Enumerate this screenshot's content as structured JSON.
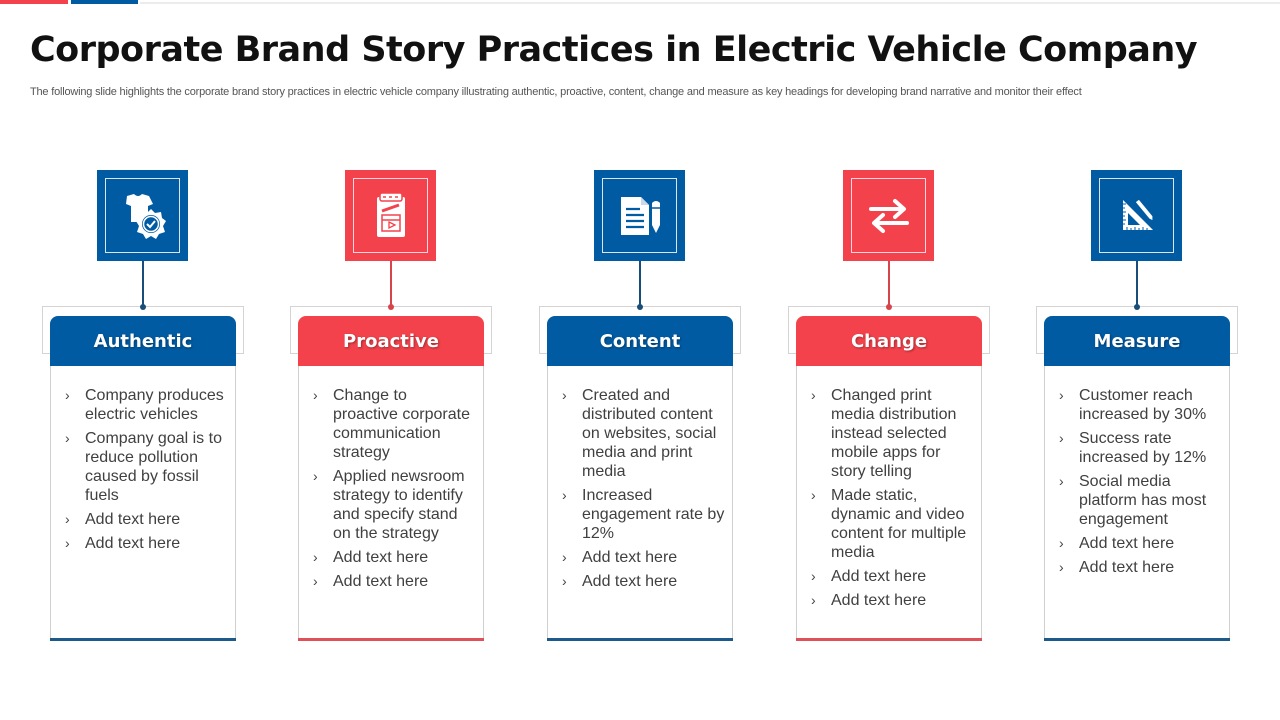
{
  "header": {
    "title": "Corporate Brand Story Practices in Electric Vehicle Company",
    "subtitle": "The following slide highlights the corporate brand story practices in electric vehicle company illustrating authentic, proactive, content, change and measure as key headings for developing brand narrative and monitor their effect"
  },
  "colors": {
    "blue": "#005BA3",
    "red": "#F3424B"
  },
  "columns": [
    {
      "heading": "Authentic",
      "icon": "shirt-badge-check-icon",
      "theme": "blue",
      "bullets": [
        "Company produces electric vehicles",
        "Company goal is to reduce pollution caused by fossil fuels",
        "Add text here",
        "Add text here"
      ]
    },
    {
      "heading": "Proactive",
      "icon": "clapperboard-clipboard-icon",
      "theme": "red",
      "bullets": [
        "Change to proactive corporate communication strategy",
        "Applied newsroom strategy to identify and specify stand on the strategy",
        "Add text here",
        "Add text here"
      ]
    },
    {
      "heading": "Content",
      "icon": "document-pen-icon",
      "theme": "blue",
      "bullets": [
        "Created and distributed content on websites, social media and print media",
        "Increased engagement rate by 12%",
        "Add text here",
        "Add text here"
      ]
    },
    {
      "heading": "Change",
      "icon": "swap-arrows-icon",
      "theme": "red",
      "bullets": [
        "Changed print media distribution instead selected mobile apps for story telling",
        "Made static, dynamic and video content for multiple media",
        "Add text here",
        "Add text here"
      ]
    },
    {
      "heading": "Measure",
      "icon": "set-square-pencil-icon",
      "theme": "blue",
      "bullets": [
        "Customer reach increased by 30%",
        "Success rate increased by 12%",
        "Social media platform has most engagement",
        "Add text here",
        "Add text here"
      ]
    }
  ],
  "bullet_glyph": "›"
}
